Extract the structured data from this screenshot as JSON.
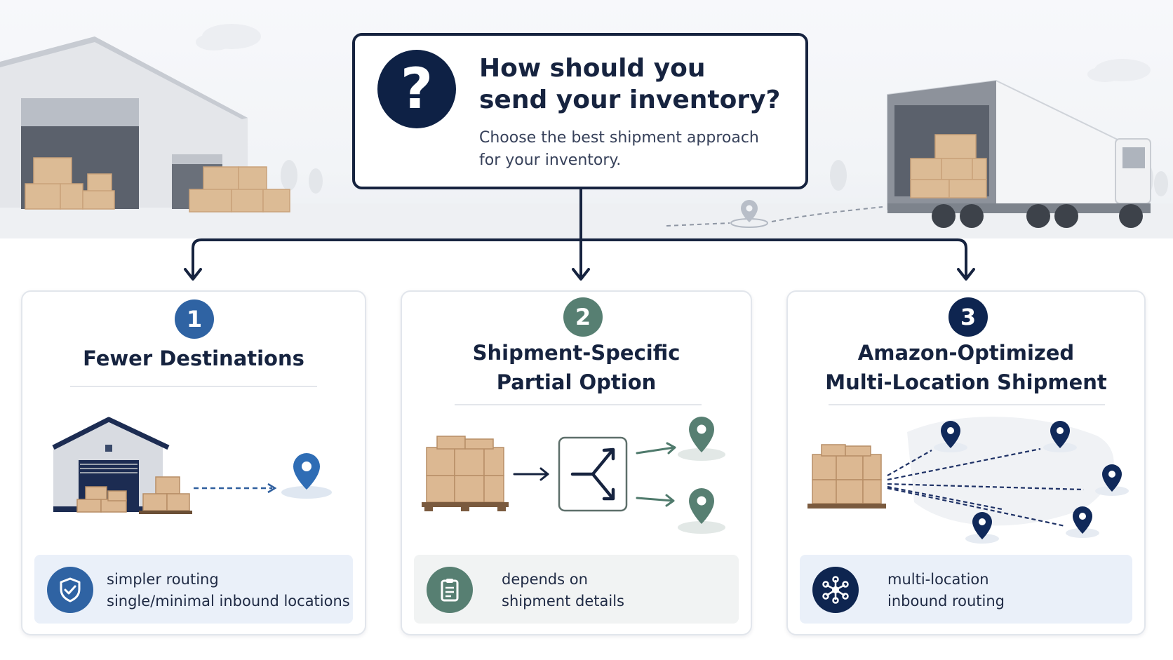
{
  "question": {
    "title_line1": "How should you",
    "title_line2": "send your inventory?",
    "subtitle_line1": "Choose the best shipment approach",
    "subtitle_line2": "for your inventory.",
    "icon": "question-mark-icon"
  },
  "options": [
    {
      "number": "1",
      "title_line1": "Fewer Destinations",
      "title_line2": "",
      "footer_line1": "simpler routing",
      "footer_line2": "single/minimal inbound locations",
      "footer_icon": "shield-check-icon",
      "accent": "#2f63a3",
      "footer_bg": "#eaf0f9"
    },
    {
      "number": "2",
      "title_line1": "Shipment-Specific",
      "title_line2": "Partial Option",
      "footer_line1": "depends on",
      "footer_line2": "shipment details",
      "footer_icon": "clipboard-icon",
      "accent": "#577f72",
      "footer_bg": "#f1f3f3"
    },
    {
      "number": "3",
      "title_line1": "Amazon-Optimized",
      "title_line2": "Multi-Location Shipment",
      "footer_line1": "multi-location",
      "footer_line2": "inbound routing",
      "footer_icon": "network-hub-icon",
      "accent": "#0e2550",
      "footer_bg": "#eaf0f9"
    }
  ],
  "colors": {
    "navy": "#16233f",
    "connector": "#16233f",
    "box_tan": "#d9b48c",
    "pin_blue": "#2f6db5",
    "pin_green": "#577f72",
    "pin_navy": "#10295a"
  }
}
